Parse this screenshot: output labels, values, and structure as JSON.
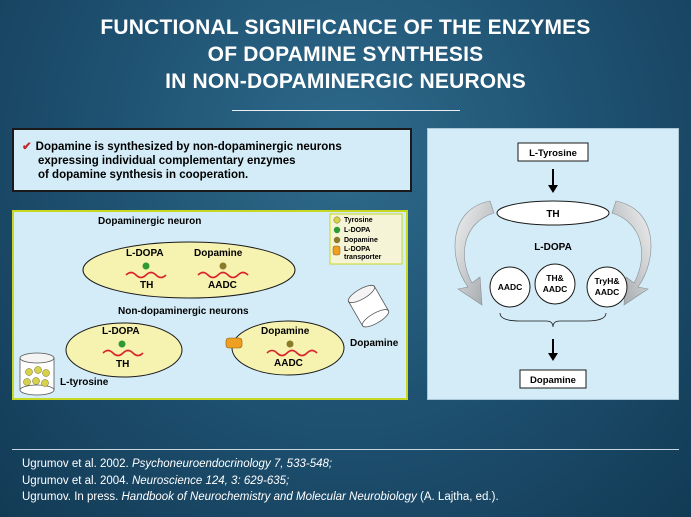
{
  "title": {
    "line1": "FUNCTIONAL SIGNIFICANCE OF THE ENZYMES",
    "line2": "OF DOPAMINE SYNTHESIS",
    "line3": "IN NON-DOPAMINERGIC NEURONS"
  },
  "callout": {
    "line1": "Dopamine is synthesized by non-dopaminergic neurons",
    "line2": "expressing individual complementary enzymes",
    "line3": "of dopamine synthesis in cooperation."
  },
  "left_panel": {
    "dopaminergic_label": "Dopaminergic neuron",
    "nondopaminergic_label": "Non-dopaminergic neurons",
    "cell1_ldopa": "L-DOPA",
    "cell1_th": "TH",
    "cell1_dopamine": "Dopamine",
    "cell1_aadc": "AADC",
    "cell2_ldopa": "L-DOPA",
    "cell2_th": "TH",
    "cell3_dopamine": "Dopamine",
    "cell3_aadc": "AADC",
    "dopamine_out": "Dopamine",
    "ltyrosine": "L-tyrosine",
    "legend": {
      "tyrosine": "Tyrosine",
      "ldopa": "L-DOPA",
      "dopamine": "Dopamine",
      "transporter_line1": "L-DOPA",
      "transporter_line2": "transporter"
    }
  },
  "right_panel": {
    "ltyrosine": "L-Tyrosine",
    "th": "TH",
    "ldopa": "L-DOPA",
    "aadc": "AADC",
    "th_aadc_1": "TH&",
    "th_aadc_2": "AADC",
    "tryh_aadc_1": "TryH&",
    "tryh_aadc_2": "AADC",
    "dopamine": "Dopamine"
  },
  "colors": {
    "tyrosine": "#d7d24a",
    "ldopa": "#2e9a34",
    "dopamine": "#8a7a2a",
    "transporter": "#f0a020",
    "cell_fill": "#f6f2b0",
    "enzyme_wave": "#d8232a"
  },
  "references": {
    "r1_authors": "Ugrumov et al. 2002.",
    "r1_journal": "Psychoneuroendocrinology 7, 533-548;",
    "r2_authors": "Ugrumov et al. 2004.",
    "r2_journal": "Neuroscience 124, 3: 629-635;",
    "r3_authors": "Ugrumov. In press.",
    "r3_journal": "Handbook of Neurochemistry and Molecular Neurobiology",
    "r3_editor": "(A. Lajtha, ed.)."
  }
}
